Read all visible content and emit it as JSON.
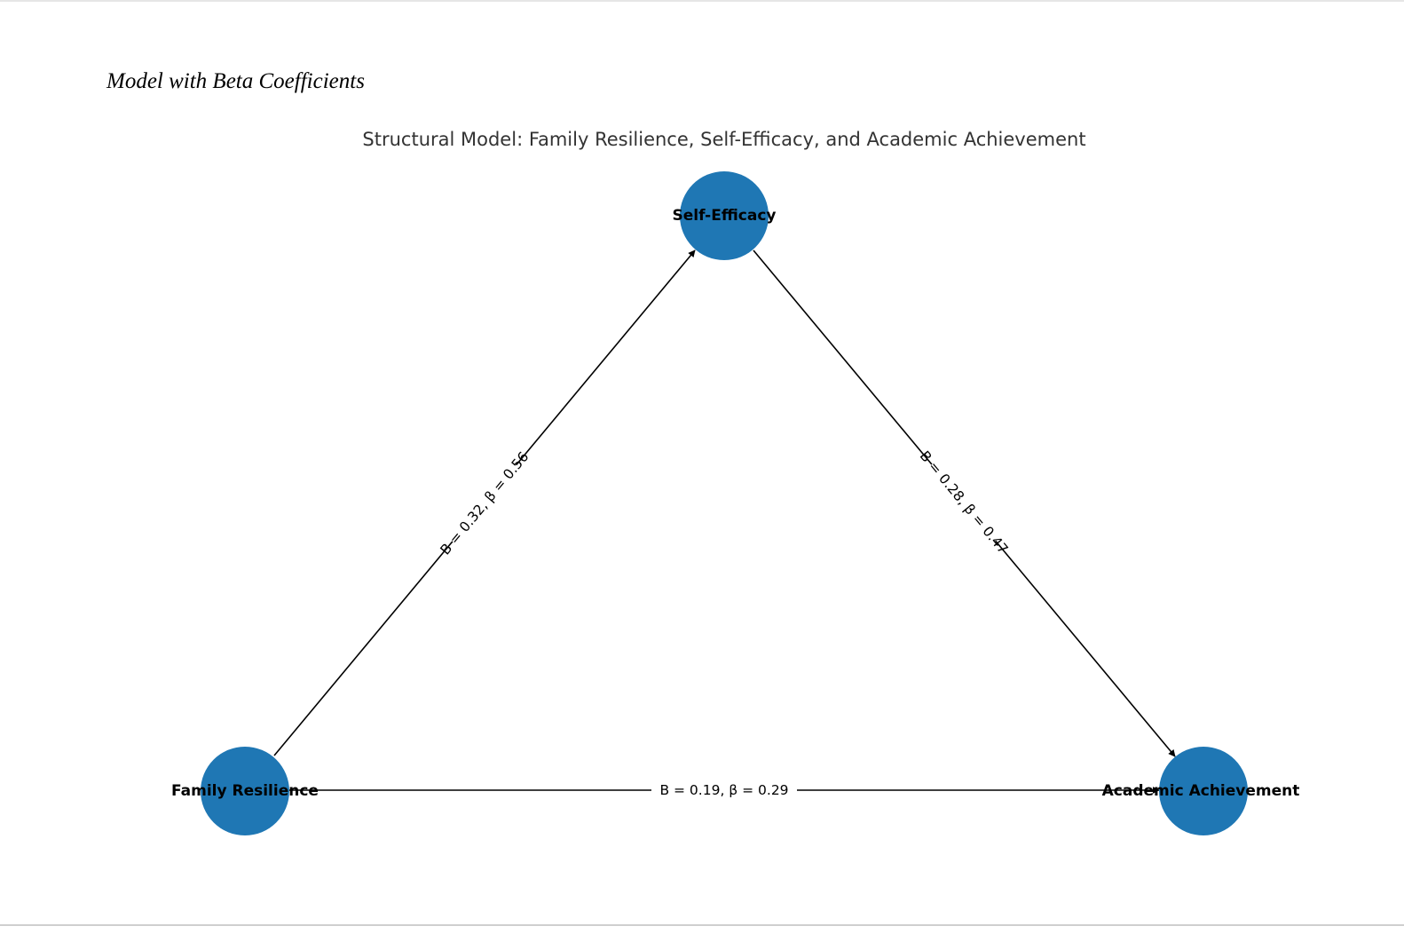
{
  "caption": "Model with Beta Coefficients",
  "diagram": {
    "title": "Structural Model: Family Resilience, Self-Efficacy, and Academic Achievement",
    "node_color": "#1f77b4",
    "edge_color": "#000000",
    "nodes": [
      {
        "id": "fr",
        "label": "Family Resilience"
      },
      {
        "id": "se",
        "label": "Self-Efficacy"
      },
      {
        "id": "aa",
        "label": "Academic Achievement"
      }
    ],
    "edges": [
      {
        "from": "fr",
        "to": "se",
        "label": "B = 0.32, β = 0.56"
      },
      {
        "from": "se",
        "to": "aa",
        "label": "B = 0.28, β = 0.47"
      },
      {
        "from": "fr",
        "to": "aa",
        "label": "B = 0.19, β = 0.29"
      }
    ]
  }
}
